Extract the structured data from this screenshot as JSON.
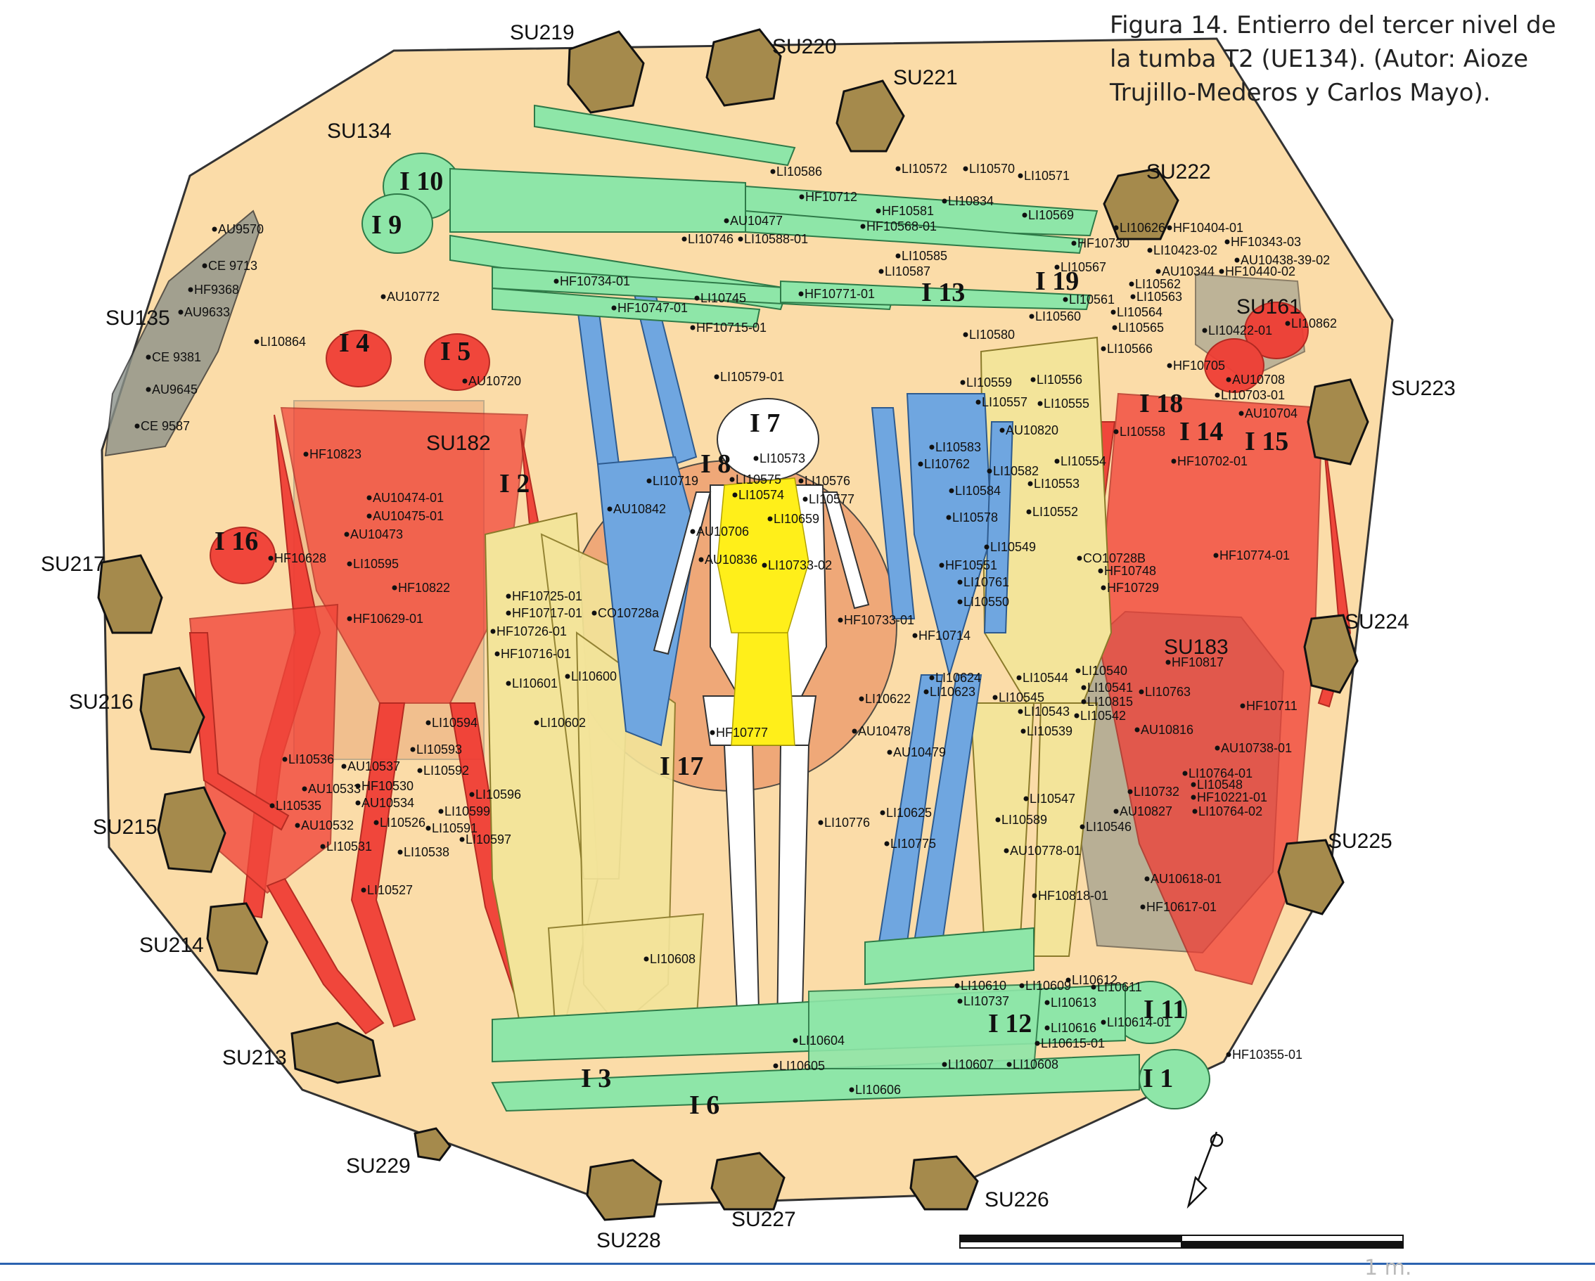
{
  "caption": {
    "line1": "Figura 14. Entierro del tercer nivel de",
    "line2": "la tumba T2 (UE134). (Autor: Aioze",
    "line3": "Trujillo-Mederos y Carlos Mayo)."
  },
  "scale": {
    "label": "1 m."
  },
  "colors": {
    "pit_fill": "#fbdca8",
    "stone": "#a58a4c",
    "green": "#8ee6a8",
    "blue": "#6fa6e0",
    "red": "#f03a32",
    "yellow_pale": "#f3e49a",
    "yellow_bright": "#ffef1a",
    "white": "#ffffff",
    "orange": "#eea070",
    "gray_zone": "#8c928a"
  },
  "icons": {
    "north_arrow": "north-arrow-icon"
  },
  "units": [
    {
      "label": "SU219"
    },
    {
      "label": "SU220"
    },
    {
      "label": "SU221"
    },
    {
      "label": "SU134"
    },
    {
      "label": "SU222"
    },
    {
      "label": "SU135"
    },
    {
      "label": "SU161"
    },
    {
      "label": "SU223"
    },
    {
      "label": "SU182"
    },
    {
      "label": "SU217"
    },
    {
      "label": "SU224"
    },
    {
      "label": "SU183"
    },
    {
      "label": "SU216"
    },
    {
      "label": "SU215"
    },
    {
      "label": "SU225"
    },
    {
      "label": "SU214"
    },
    {
      "label": "SU213"
    },
    {
      "label": "SU229"
    },
    {
      "label": "SU226"
    },
    {
      "label": "SU227"
    },
    {
      "label": "SU228"
    }
  ],
  "individuals": [
    {
      "label": "I 10"
    },
    {
      "label": "I 9"
    },
    {
      "label": "I 4"
    },
    {
      "label": "I 5"
    },
    {
      "label": "I 13"
    },
    {
      "label": "I 19"
    },
    {
      "label": "I 7"
    },
    {
      "label": "I 8"
    },
    {
      "label": "I 2"
    },
    {
      "label": "I 16"
    },
    {
      "label": "I 18"
    },
    {
      "label": "I 14"
    },
    {
      "label": "I 15"
    },
    {
      "label": "I 17"
    },
    {
      "label": "I 11"
    },
    {
      "label": "I 12"
    },
    {
      "label": "I 1"
    },
    {
      "label": "I 3"
    },
    {
      "label": "I 6"
    }
  ],
  "finds": [
    {
      "label": "AU9570"
    },
    {
      "label": "CE 9713"
    },
    {
      "label": "HF9368"
    },
    {
      "label": "AU9633"
    },
    {
      "label": "CE 9381"
    },
    {
      "label": "AU9645"
    },
    {
      "label": "CE 9587"
    },
    {
      "label": "AU10772"
    },
    {
      "label": "LI10864"
    },
    {
      "label": "AU10720"
    },
    {
      "label": "HF10823"
    },
    {
      "label": "AU10474-01"
    },
    {
      "label": "AU10475-01"
    },
    {
      "label": "AU10473"
    },
    {
      "label": "HF10628"
    },
    {
      "label": "LI10595"
    },
    {
      "label": "HF10822"
    },
    {
      "label": "HF10629-01"
    },
    {
      "label": "LI10594"
    },
    {
      "label": "LI10593"
    },
    {
      "label": "LI10536"
    },
    {
      "label": "AU10537"
    },
    {
      "label": "LI10592"
    },
    {
      "label": "AU10533"
    },
    {
      "label": "HF10530"
    },
    {
      "label": "LI10596"
    },
    {
      "label": "LI10535"
    },
    {
      "label": "AU10534"
    },
    {
      "label": "LI10599"
    },
    {
      "label": "AU10532"
    },
    {
      "label": "LI10526"
    },
    {
      "label": "LI10591"
    },
    {
      "label": "LI10597"
    },
    {
      "label": "LI10531"
    },
    {
      "label": "LI10538"
    },
    {
      "label": "LI10527"
    },
    {
      "label": "LI10586"
    },
    {
      "label": "HF10712"
    },
    {
      "label": "AU10477"
    },
    {
      "label": "LI10746"
    },
    {
      "label": "LI10588-01"
    },
    {
      "label": "HF10734-01"
    },
    {
      "label": "HF10747-01"
    },
    {
      "label": "LI10745"
    },
    {
      "label": "HF10771-01"
    },
    {
      "label": "HF10715-01"
    },
    {
      "label": "LI10579-01"
    },
    {
      "label": "LI10572"
    },
    {
      "label": "LI10570"
    },
    {
      "label": "LI10571"
    },
    {
      "label": "LI10834"
    },
    {
      "label": "HF10581"
    },
    {
      "label": "LI10569"
    },
    {
      "label": "HF10568-01"
    },
    {
      "label": "LI10585"
    },
    {
      "label": "LI10587"
    },
    {
      "label": "HF10730"
    },
    {
      "label": "LI10567"
    },
    {
      "label": "LI10626"
    },
    {
      "label": "HF10404-01"
    },
    {
      "label": "HF10343-03"
    },
    {
      "label": "LI10423-02"
    },
    {
      "label": "AU10438-39-02"
    },
    {
      "label": "AU10344"
    },
    {
      "label": "HF10440-02"
    },
    {
      "label": "LI10562"
    },
    {
      "label": "LI10561"
    },
    {
      "label": "LI10563"
    },
    {
      "label": "LI10560"
    },
    {
      "label": "LI10564"
    },
    {
      "label": "LI10565"
    },
    {
      "label": "LI10422-01"
    },
    {
      "label": "LI10862"
    },
    {
      "label": "LI10566"
    },
    {
      "label": "LI10580"
    },
    {
      "label": "HF10705"
    },
    {
      "label": "AU10708"
    },
    {
      "label": "LI10559"
    },
    {
      "label": "LI10556"
    },
    {
      "label": "LI10703-01"
    },
    {
      "label": "LI10557"
    },
    {
      "label": "LI10555"
    },
    {
      "label": "AU10704"
    },
    {
      "label": "AU10820"
    },
    {
      "label": "LI10558"
    },
    {
      "label": "LI10583"
    },
    {
      "label": "HF10702-01"
    },
    {
      "label": "LI10762"
    },
    {
      "label": "LI10582"
    },
    {
      "label": "LI10554"
    },
    {
      "label": "LI10553"
    },
    {
      "label": "LI10584"
    },
    {
      "label": "LI10552"
    },
    {
      "label": "LI10578"
    },
    {
      "label": "LI10549"
    },
    {
      "label": "HF10551"
    },
    {
      "label": "CO10728B"
    },
    {
      "label": "LI10761"
    },
    {
      "label": "HF10748"
    },
    {
      "label": "LI10550"
    },
    {
      "label": "HF10729"
    },
    {
      "label": "HF10774-01"
    },
    {
      "label": "HF10714"
    },
    {
      "label": "HF10817"
    },
    {
      "label": "LI10624"
    },
    {
      "label": "LI10544"
    },
    {
      "label": "LI10540"
    },
    {
      "label": "LI10622"
    },
    {
      "label": "LI10623"
    },
    {
      "label": "LI10545"
    },
    {
      "label": "LI10541"
    },
    {
      "label": "LI10763"
    },
    {
      "label": "LI10815"
    },
    {
      "label": "LI10543"
    },
    {
      "label": "LI10542"
    },
    {
      "label": "HF10711"
    },
    {
      "label": "LI10539"
    },
    {
      "label": "AU10816"
    },
    {
      "label": "AU10738-01"
    },
    {
      "label": "LI10764-01"
    },
    {
      "label": "LI10548"
    },
    {
      "label": "LI10732"
    },
    {
      "label": "LI10547"
    },
    {
      "label": "HF10221-01"
    },
    {
      "label": "AU10827"
    },
    {
      "label": "LI10764-02"
    },
    {
      "label": "LI10589"
    },
    {
      "label": "LI10546"
    },
    {
      "label": "AU10778-01"
    },
    {
      "label": "AU10618-01"
    },
    {
      "label": "HF10818-01"
    },
    {
      "label": "HF10617-01"
    },
    {
      "label": "LI10573"
    },
    {
      "label": "LI10719"
    },
    {
      "label": "LI10575"
    },
    {
      "label": "LI10576"
    },
    {
      "label": "LI10574"
    },
    {
      "label": "LI10577"
    },
    {
      "label": "AU10842"
    },
    {
      "label": "LI10659"
    },
    {
      "label": "AU10706"
    },
    {
      "label": "AU10836"
    },
    {
      "label": "LI10733-02"
    },
    {
      "label": "HF10725-01"
    },
    {
      "label": "HF10717-01"
    },
    {
      "label": "CO10728a"
    },
    {
      "label": "HF10726-01"
    },
    {
      "label": "HF10716-01"
    },
    {
      "label": "HF10733-01"
    },
    {
      "label": "LI10600"
    },
    {
      "label": "LI10601"
    },
    {
      "label": "LI10602"
    },
    {
      "label": "HF10777"
    },
    {
      "label": "AU10478"
    },
    {
      "label": "AU10479"
    },
    {
      "label": "LI10776"
    },
    {
      "label": "LI10625"
    },
    {
      "label": "LI10775"
    },
    {
      "label": "LI10608"
    },
    {
      "label": "LI10610"
    },
    {
      "label": "LI10609"
    },
    {
      "label": "LI10612"
    },
    {
      "label": "LI10611"
    },
    {
      "label": "LI10737"
    },
    {
      "label": "LI10613"
    },
    {
      "label": "LI10616"
    },
    {
      "label": "LI10614-01"
    },
    {
      "label": "LI10615-01"
    },
    {
      "label": "LI10604"
    },
    {
      "label": "LI10607"
    },
    {
      "label": "LI10608"
    },
    {
      "label": "HF10355-01"
    },
    {
      "label": "LI10605"
    },
    {
      "label": "LI10606"
    }
  ]
}
